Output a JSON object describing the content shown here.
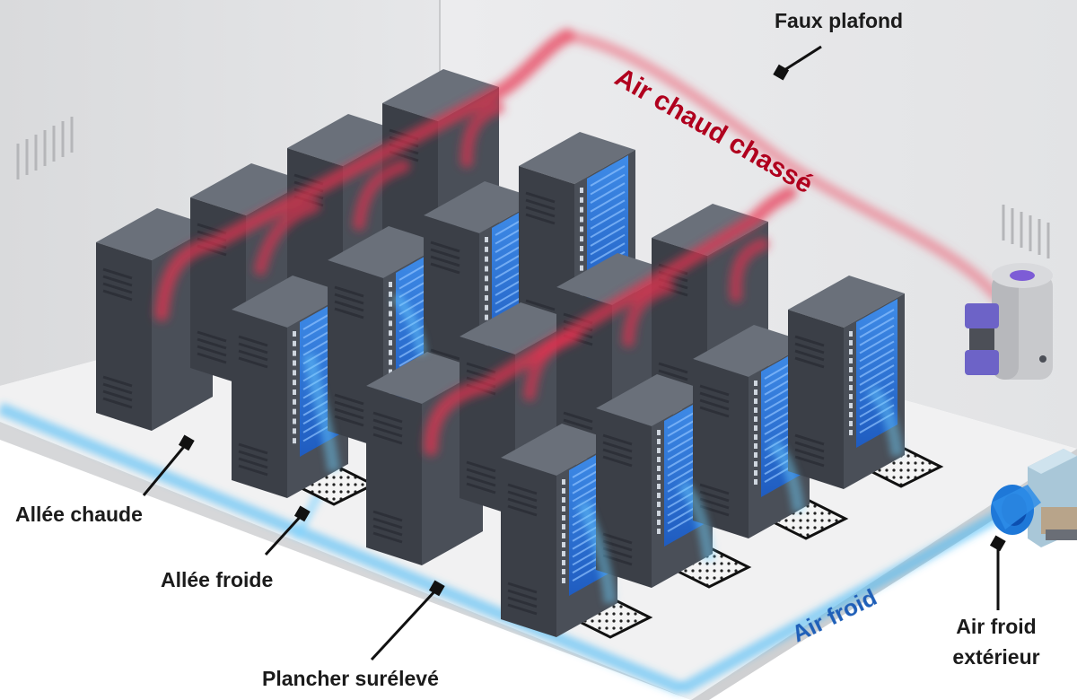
{
  "labels": {
    "faux_plafond": "Faux plafond",
    "allee_chaude": "Allée chaude",
    "allee_froide": "Allée froide",
    "plancher": "Plancher surélevé",
    "air_froid_ext_line1": "Air froid",
    "air_froid_ext_line2": "extérieur"
  },
  "flows": {
    "hot": "Air chaud chassé",
    "cold": "Air froid"
  },
  "colors": {
    "hot_air": "#e8324e",
    "hot_text": "#b0001e",
    "cold_air": "#3fb7f5",
    "cold_text": "#1f5fb8",
    "rack_front": "#4a4f58",
    "rack_side": "#3b3f47",
    "rack_top": "#6a707a",
    "rack_led": "#2c7fe0"
  },
  "icons": [
    "server-rack-icon",
    "floor-vent-icon",
    "cooling-unit-icon",
    "air-intake-duct-icon",
    "callout-marker-icon"
  ]
}
